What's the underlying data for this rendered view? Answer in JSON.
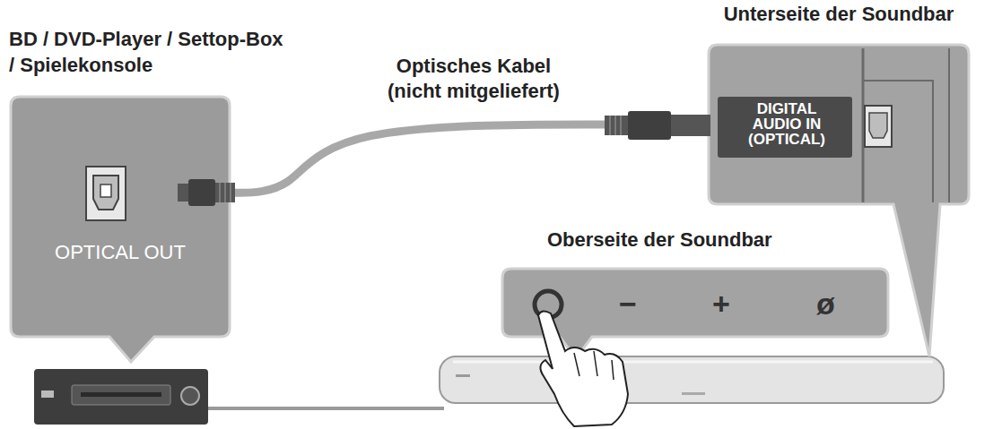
{
  "diagram": {
    "nodes": [
      {
        "text": [
          "BD / DVD-Player / Settop-Box / Spielekonsole",
          "OPTICAL OUT"
        ]
      },
      {
        "text": [
          "Unterseite der Soundbar",
          "DIGITAL AUDIO IN (OPTICAL)"
        ]
      },
      {
        "text": [
          "Oberseite der Soundbar"
        ]
      }
    ],
    "edges": [
      {
        "from": 0,
        "to": 1,
        "arrow": "none",
        "label": "Optisches Kabel (nicht mitgeliefert)"
      }
    ],
    "labels": [
      "−",
      "+",
      "ø"
    ]
  }
}
